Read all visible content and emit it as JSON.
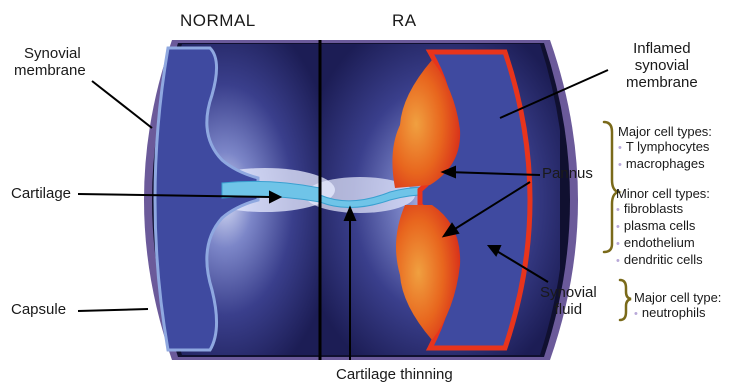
{
  "headings": {
    "normal": "NORMAL",
    "ra": "RA"
  },
  "labels": {
    "synovial_membrane": [
      "Synovial",
      "membrane"
    ],
    "cartilage": "Cartilage",
    "capsule": "Capsule",
    "cartilage_thinning": "Cartilage thinning",
    "inflamed_synovial_membrane": [
      "Inflamed",
      "synovial",
      "membrane"
    ],
    "pannus": "Pannus",
    "synovial_fluid": [
      "Synovial",
      "fluid"
    ]
  },
  "cell_types": {
    "pannus_major_heading": "Major cell types:",
    "pannus_major": [
      "T lymphocytes",
      "macrophages"
    ],
    "pannus_minor_heading": "Minor cell types:",
    "pannus_minor": [
      "fibroblasts",
      "plasma cells",
      "endothelium",
      "dendritic cells"
    ],
    "fluid_major_heading": "Major cell type:",
    "fluid_major": [
      "neutrophils"
    ]
  },
  "colors": {
    "capsule_rim": "#6b5a9a",
    "joint_dark": "#15153a",
    "synovium": "#3f4aa0",
    "cartilage": "#6fc4e8",
    "pannus": "#e65a1c",
    "brace": "#7a6a1a"
  }
}
